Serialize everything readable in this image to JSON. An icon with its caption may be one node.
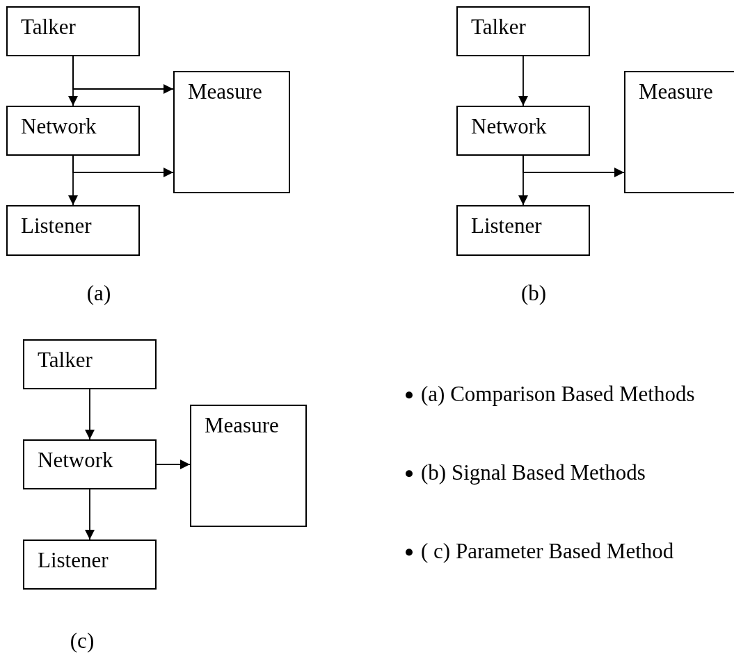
{
  "diagram": {
    "nodes": [
      {
        "text": [
          "Talker"
        ]
      },
      {
        "text": [
          "Network"
        ]
      },
      {
        "text": [
          "Listener"
        ]
      },
      {
        "text": [
          "Measure"
        ]
      },
      {
        "text": [
          "Talker"
        ]
      },
      {
        "text": [
          "Network"
        ]
      },
      {
        "text": [
          "Listener"
        ]
      },
      {
        "text": [
          "Measure"
        ]
      },
      {
        "text": [
          "Talker"
        ]
      },
      {
        "text": [
          "Network"
        ]
      },
      {
        "text": [
          "Listener"
        ]
      },
      {
        "text": [
          "Measure"
        ]
      }
    ],
    "edges": [
      {
        "from": 0,
        "to": 1,
        "arrow": "to"
      },
      {
        "from": 0,
        "to": 3,
        "arrow": "to"
      },
      {
        "from": 1,
        "to": 2,
        "arrow": "to"
      },
      {
        "from": 1,
        "to": 3,
        "arrow": "to"
      },
      {
        "from": 4,
        "to": 5,
        "arrow": "to"
      },
      {
        "from": 5,
        "to": 6,
        "arrow": "to"
      },
      {
        "from": 5,
        "to": 7,
        "arrow": "to"
      },
      {
        "from": 8,
        "to": 9,
        "arrow": "to"
      },
      {
        "from": 9,
        "to": 10,
        "arrow": "to"
      },
      {
        "from": 9,
        "to": 11,
        "arrow": "to"
      }
    ],
    "labels": [
      "(a)",
      "(b)",
      "(c)",
      "(a) Comparison Based Methods",
      "(b) Signal Based Methods",
      "( c) Parameter Based Method"
    ]
  }
}
